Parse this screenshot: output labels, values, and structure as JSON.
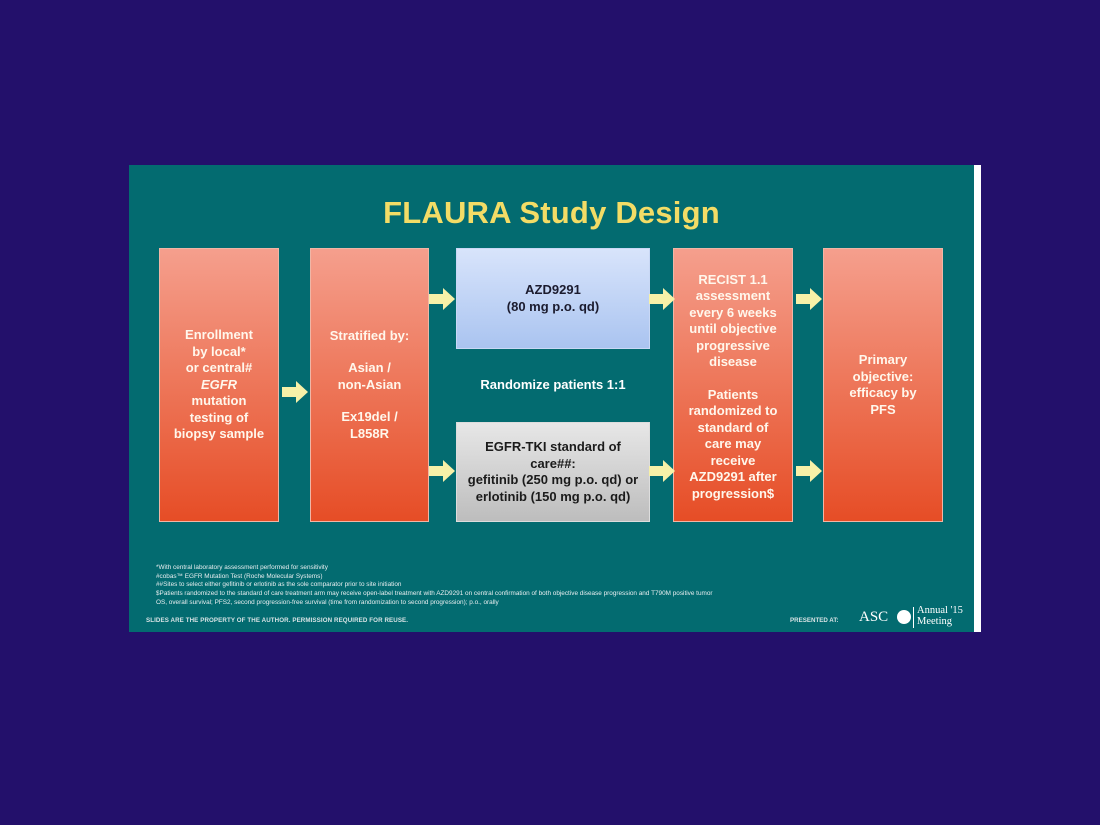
{
  "title": "FLAURA Study Design",
  "boxes": {
    "enrollment": [
      "Enrollment",
      "by local*",
      "or central#",
      "EGFR",
      "mutation",
      "testing of",
      "biopsy sample"
    ],
    "stratified": [
      "Stratified by:",
      "",
      "Asian /",
      "non-Asian",
      "",
      "Ex19del /",
      "L858R"
    ],
    "azd": [
      "AZD9291",
      "(80 mg p.o. qd)"
    ],
    "egfr": [
      "EGFR-TKI standard of care##:",
      "gefitinib (250 mg p.o. qd) or",
      "erlotinib (150 mg p.o. qd)"
    ],
    "recist": [
      "RECIST 1.1",
      "assessment",
      "every 6 weeks",
      "until objective",
      "progressive",
      "disease",
      "",
      "Patients",
      "randomized to",
      "standard of",
      "care may",
      "receive",
      "AZD9291 after",
      "progression$"
    ],
    "primary": [
      "Primary",
      "objective:",
      "efficacy by",
      "PFS"
    ]
  },
  "randomize": "Randomize patients 1:1",
  "footnotes": [
    "*With central laboratory assessment performed for sensitivity",
    "#cobas™ EGFR Mutation Test (Roche Molecular Systems)",
    "##Sites to select either gefitinib or erlotinib as the sole comparator prior to site initiation",
    "$Patients randomized to the standard of care treatment arm may receive open-label treatment with AZD9291 on central confirmation of both objective disease progression and T790M positive tumor",
    "OS, overall survival; PFS2, second progression-free survival (time from randomization to second progression); p.o., orally"
  ],
  "property_notice": "SLIDES ARE THE PROPERTY OF THE AUTHOR. PERMISSION REQUIRED FOR REUSE.",
  "presented_at": "PRESENTED AT:",
  "logo": {
    "asco": "ASC",
    "annual": "Annual '15",
    "meeting": "Meeting"
  },
  "colors": {
    "background": "#23106b",
    "slide": "#036b70",
    "title": "#f3dc66",
    "arrow": "#f7f1a8"
  }
}
